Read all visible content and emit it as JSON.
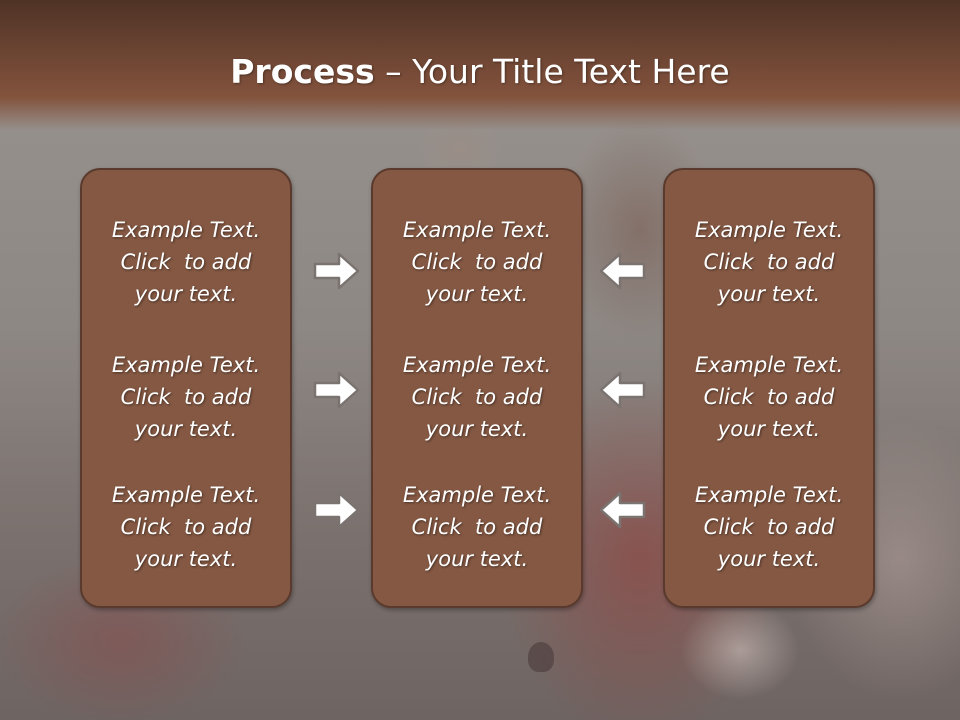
{
  "slide": {
    "title_bold": "Process",
    "title_rest": " – Your Title Text Here"
  },
  "columns": [
    {
      "items": [
        {
          "lines": [
            "Example Text.",
            "Click  to add",
            "your text."
          ]
        },
        {
          "lines": [
            "Example Text.",
            "Click  to add",
            "your text."
          ]
        },
        {
          "lines": [
            "Example Text.",
            "Click  to add",
            "your text."
          ]
        }
      ]
    },
    {
      "items": [
        {
          "lines": [
            "Example Text.",
            "Click  to add",
            "your text."
          ]
        },
        {
          "lines": [
            "Example Text.",
            "Click  to add",
            "your text."
          ]
        },
        {
          "lines": [
            "Example Text.",
            "Click  to add",
            "your text."
          ]
        }
      ]
    },
    {
      "items": [
        {
          "lines": [
            "Example Text.",
            "Click  to add",
            "your text."
          ]
        },
        {
          "lines": [
            "Example Text.",
            "Click  to add",
            "your text."
          ]
        },
        {
          "lines": [
            "Example Text.",
            "Click  to add",
            "your text."
          ]
        }
      ]
    }
  ],
  "arrows": {
    "left_group": [
      "arrow-right-icon",
      "arrow-right-icon",
      "arrow-right-icon"
    ],
    "right_group": [
      "arrow-left-icon",
      "arrow-left-icon",
      "arrow-left-icon"
    ]
  },
  "colors": {
    "panel_fill": "#845843",
    "panel_border": "#5a3a2d",
    "header": "#6f4634",
    "arrow_fill": "#ffffff",
    "arrow_stroke": "#7a7370"
  }
}
